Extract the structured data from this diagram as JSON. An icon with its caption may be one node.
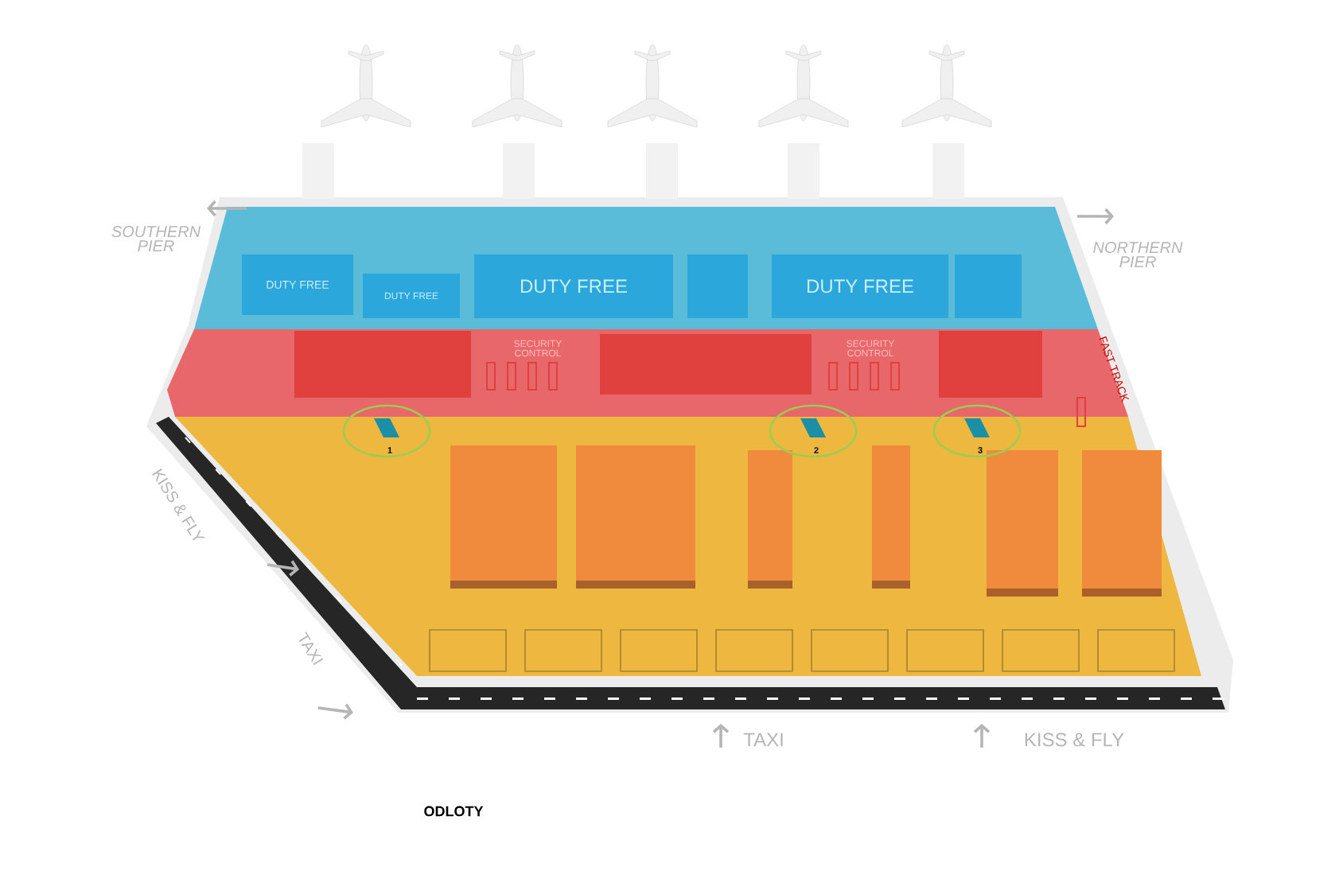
{
  "diagram": {
    "caption": "ODLOTY",
    "nodes": [
      {
        "text": [
          "DUTY FREE"
        ]
      },
      {
        "text": [
          "DUTY FREE"
        ]
      },
      {
        "text": [
          "DUTY FREE"
        ]
      },
      {
        "text": [
          "DUTY FREE"
        ]
      },
      {
        "text": [
          "1"
        ]
      },
      {
        "text": [
          "2"
        ]
      },
      {
        "text": [
          "3"
        ]
      }
    ],
    "edges": [],
    "labels": [
      "SOUTHERN PIER",
      "NORTHERN PIER",
      "SECURITY CONTROL",
      "SECURITY CONTROL",
      "FAST TRACK",
      "KISS & FLY",
      "TAXI",
      "TAXI",
      "KISS & FLY"
    ]
  }
}
